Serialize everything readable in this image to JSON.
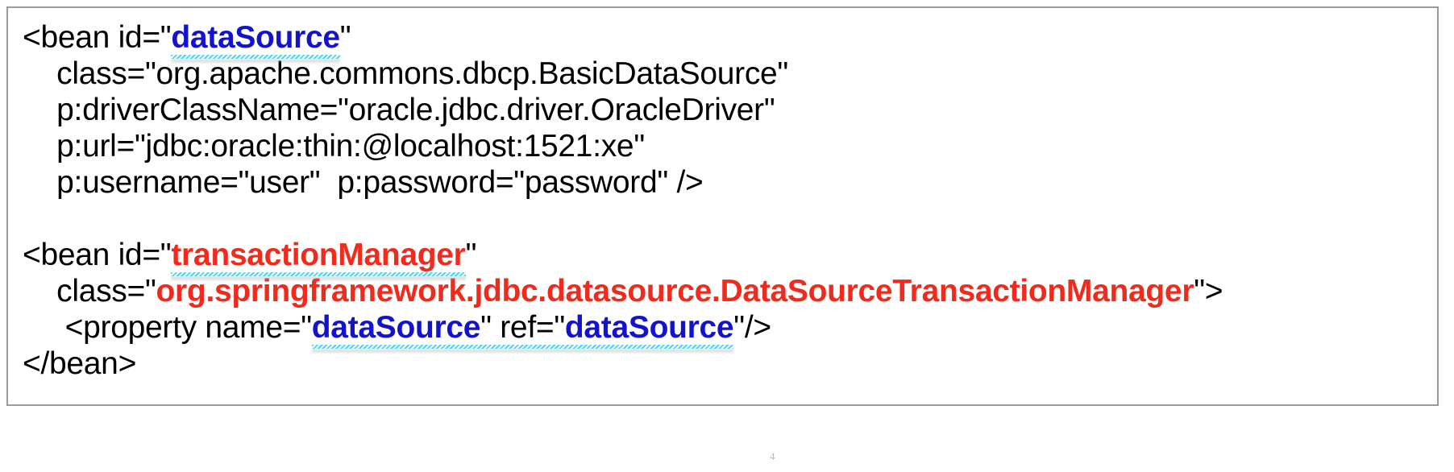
{
  "frame": {
    "border_color": "#9a9a9a",
    "background": "#ffffff"
  },
  "colors": {
    "plain": "#000000",
    "blue_identifier": "#1313CE",
    "red_identifier": "#EE2B1D",
    "cyan_squiggle": "#49D6F2",
    "red_squiggle": "#D8261A"
  },
  "corner": {
    "mark": "4"
  },
  "code": {
    "language": "xml",
    "lines": [
      {
        "id": "line-1",
        "segments": [
          {
            "text": "<bean id=\"",
            "style": "plain"
          },
          {
            "text": "dataSource",
            "style": "blue"
          },
          {
            "text": "\"",
            "style": "plain"
          }
        ]
      },
      {
        "id": "line-2",
        "segments": [
          {
            "text": "    class=\"org.apache.commons.dbcp.BasicDataSource\"",
            "style": "plain"
          }
        ]
      },
      {
        "id": "line-3",
        "segments": [
          {
            "text": "    p:driverClassName=\"oracle.jdbc.driver.OracleDriver\"",
            "style": "plain"
          }
        ]
      },
      {
        "id": "line-4",
        "segments": [
          {
            "text": "    p:url=\"jdbc:oracle:thin:@localhost:1521:xe\"",
            "style": "plain"
          }
        ]
      },
      {
        "id": "line-5",
        "segments": [
          {
            "text": "    p:username=\"user\"  p:password=\"password\" />",
            "style": "plain"
          }
        ]
      },
      {
        "id": "line-6",
        "segments": []
      },
      {
        "id": "line-7",
        "segments": [
          {
            "text": "<bean id=\"",
            "style": "plain"
          },
          {
            "text": "transactionManager",
            "style": "red"
          },
          {
            "text": "\"",
            "style": "plain"
          }
        ]
      },
      {
        "id": "line-8",
        "segments": [
          {
            "text": "    class=\"",
            "style": "plain"
          },
          {
            "text": "org.springframework.jdbc.datasource.DataSourceTransactionManager",
            "style": "red"
          },
          {
            "text": "\">",
            "style": "plain"
          }
        ]
      },
      {
        "id": "line-9",
        "segments": [
          {
            "text": "     <property name=\"",
            "style": "plain"
          },
          {
            "text": "dataSource",
            "style": "blue"
          },
          {
            "text": "\" ref=\"",
            "style": "plain"
          },
          {
            "text": "dataSource",
            "style": "blue"
          },
          {
            "text": "\"/>",
            "style": "plain"
          }
        ]
      },
      {
        "id": "line-10",
        "segments": [
          {
            "text": "</bean>",
            "style": "plain"
          }
        ]
      }
    ]
  },
  "line1": {
    "prefix": "<bean id=\"",
    "identifier": "dataSource",
    "suffix": "\""
  },
  "line2": {
    "text": "    class=\"org.apache.commons.dbcp.BasicDataSource\""
  },
  "line3": {
    "text": "    p:driverClassName=\"oracle.jdbc.driver.OracleDriver\""
  },
  "line4": {
    "text": "    p:url=\"jdbc:oracle:thin:@localhost:1521:xe\""
  },
  "line5": {
    "text": "    p:username=\"user\"  p:password=\"password\" />"
  },
  "line7": {
    "prefix": "<bean id=\"",
    "identifier": "transactionManager",
    "suffix": "\""
  },
  "line8": {
    "prefix": "    class=\"",
    "identifier": "org.springframework.jdbc.datasource.DataSourceTransactionManager",
    "suffix": "\">"
  },
  "line9": {
    "prefix": "     <property name=\"",
    "identifier1": "dataSource",
    "middle": "\" ref=\"",
    "identifier2": "dataSource",
    "suffix": "\"/>"
  },
  "line10": {
    "text": "</bean>"
  }
}
